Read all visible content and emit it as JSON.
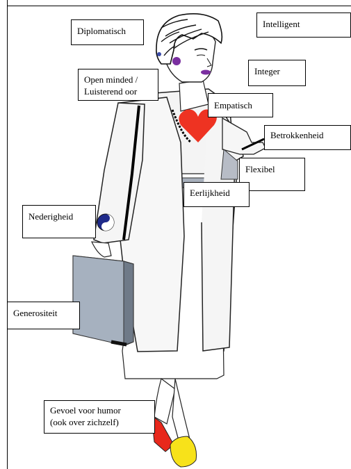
{
  "labels": {
    "diplomatisch": "Diplomatisch",
    "intelligent": "Intelligent",
    "open_minded": "Open minded /\nLuisterend oor",
    "integer": "Integer",
    "empatisch": "Empatisch",
    "betrokkenheid": "Betrokkenheid",
    "flexibel": "Flexibel",
    "eerlijkheid": "Eerlijkheid",
    "nederigheid": "Nederigheid",
    "generositeit": "Generositeit",
    "gevoel_voor_humor": "Gevoel voor humor\n(ook over zichzelf)"
  },
  "colors": {
    "heart": "#ee3322",
    "lips": "#7a2fa0",
    "earring": "#7a2fa0",
    "yin_yang": "#1f2a8a",
    "briefcase": "#9eaab8",
    "belt": "#a8b0bc",
    "shoe_left": "#e8281c",
    "shoe_right": "#f7e21a"
  },
  "icons": [
    "heart-icon",
    "yin-yang-icon",
    "briefcase-icon"
  ]
}
